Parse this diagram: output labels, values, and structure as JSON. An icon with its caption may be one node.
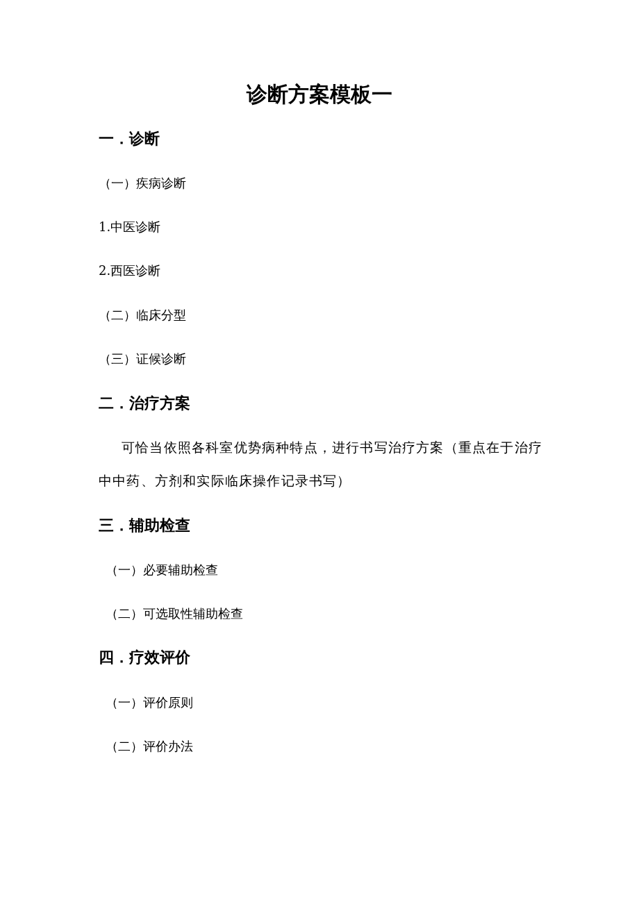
{
  "diagram": {
    "title": "诊断方案模板一",
    "labels": [
      "一．诊断",
      "（一）疾病诊断",
      "1.中医诊断",
      "2.西医诊断",
      "（二）临床分型",
      "（三）证候诊断",
      "二．治疗方案",
      "可恰当依照各科室优势病种特点，进行书写治疗方案（重点在于治疗中中药、方剂和实际临床操作记录书写）",
      "三．辅助检查",
      "（一）必要辅助检查",
      "（二）可选取性辅助检查",
      "四．疗效评价",
      "（一）评价原则",
      "（二）评价办法"
    ]
  }
}
